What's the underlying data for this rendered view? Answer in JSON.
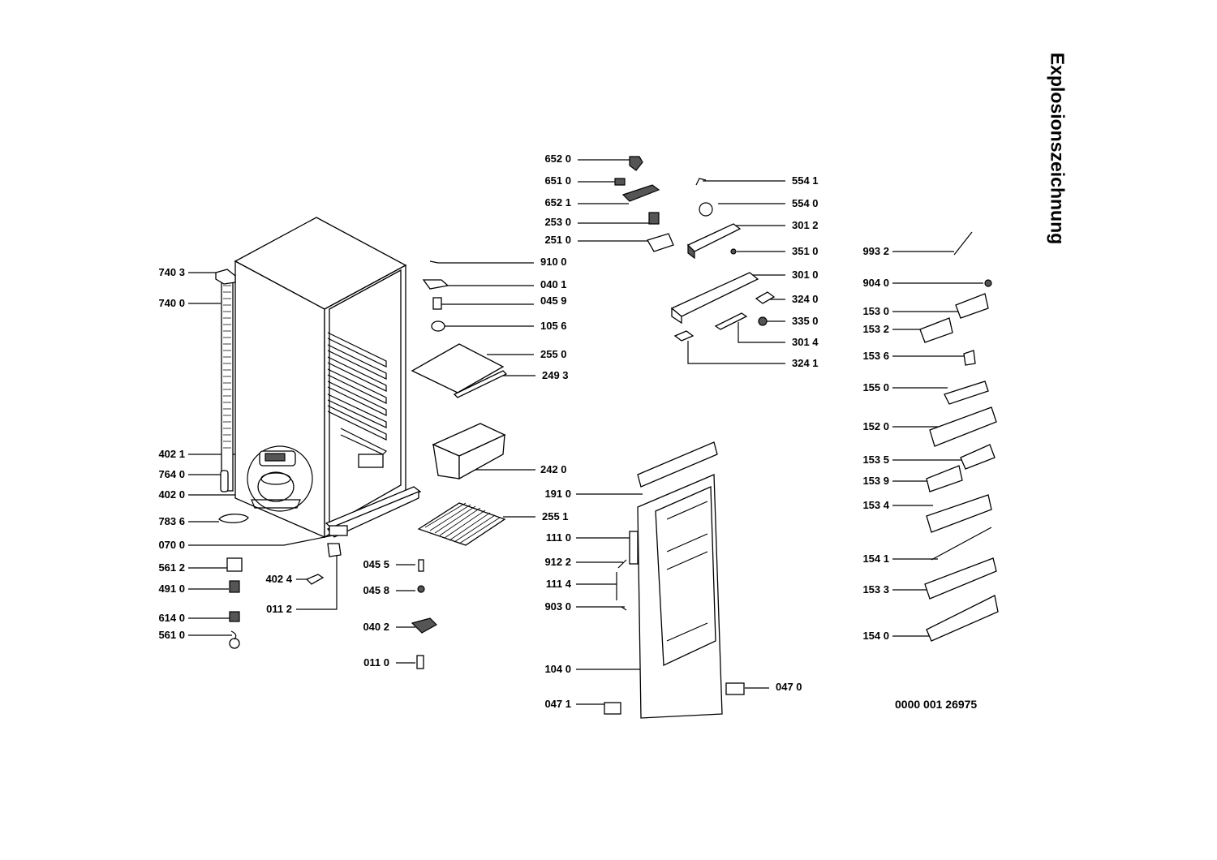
{
  "title": "Explosionszeichnung",
  "document_number": "0000 001 26975",
  "part_labels": {
    "p6520": "652 0",
    "p6510": "651 0",
    "p6521": "652 1",
    "p2530": "253 0",
    "p2510": "251 0",
    "p9100": "910 0",
    "p0401": "040 1",
    "p0459": "045 9",
    "p1056": "105 6",
    "p2550": "255 0",
    "p2493": "249 3",
    "p2420": "242 0",
    "p1910": "191 0",
    "p2551": "255 1",
    "p1110": "111 0",
    "p0455": "045 5",
    "p9122": "912 2",
    "p0458": "045 8",
    "p1114": "111 4",
    "p9030": "903 0",
    "p0402": "040 2",
    "p0110": "011 0",
    "p1040": "104 0",
    "p0471": "047 1",
    "p0470": "047 0",
    "p7403": "740 3",
    "p7400": "740 0",
    "p4021": "402 1",
    "p7640": "764 0",
    "p4020": "402 0",
    "p7836": "783 6",
    "p0700": "070 0",
    "p5612": "561 2",
    "p4910": "491 0",
    "p4024": "402 4",
    "p0112": "011 2",
    "p6140": "614 0",
    "p5610": "561 0",
    "p5541": "554 1",
    "p5540": "554 0",
    "p3012": "301 2",
    "p3510": "351 0",
    "p3010": "301 0",
    "p3240": "324 0",
    "p3350": "335 0",
    "p3014": "301 4",
    "p3241": "324 1",
    "p9932": "993 2",
    "p9040": "904 0",
    "p1530": "153 0",
    "p1532": "153 2",
    "p1536": "153 6",
    "p1550": "155 0",
    "p1520": "152 0",
    "p1535": "153 5",
    "p1539": "153 9",
    "p1534": "153 4",
    "p1541": "154 1",
    "p1533": "153 3",
    "p1540": "154 0"
  }
}
